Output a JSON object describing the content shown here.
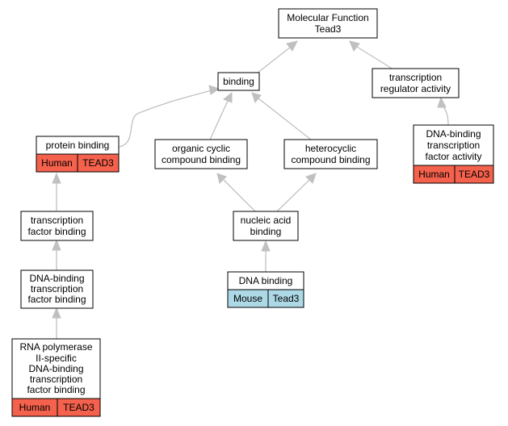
{
  "nodes": {
    "molecular_function": {
      "lines": [
        "Molecular Function",
        "Tead3"
      ]
    },
    "binding": {
      "lines": [
        "binding"
      ]
    },
    "transcription_regulator_activity": {
      "lines": [
        "transcription",
        "regulator activity"
      ]
    },
    "protein_binding": {
      "lines": [
        "protein binding"
      ],
      "annotations": [
        "Human",
        "TEAD3"
      ]
    },
    "organic_cyclic_compound_binding": {
      "lines": [
        "organic cyclic",
        "compound binding"
      ]
    },
    "heterocyclic_compound_binding": {
      "lines": [
        "heterocyclic",
        "compound binding"
      ]
    },
    "dna_binding_tf_activity": {
      "lines": [
        "DNA-binding",
        "transcription",
        "factor activity"
      ],
      "annotations": [
        "Human",
        "TEAD3"
      ]
    },
    "transcription_factor_binding": {
      "lines": [
        "transcription",
        "factor binding"
      ]
    },
    "nucleic_acid_binding": {
      "lines": [
        "nucleic acid",
        "binding"
      ]
    },
    "dna_binding_tf_binding": {
      "lines": [
        "DNA-binding",
        "transcription",
        "factor binding"
      ]
    },
    "dna_binding": {
      "lines": [
        "DNA binding"
      ],
      "annotations": [
        "Mouse",
        "Tead3"
      ]
    },
    "rna_pol_ii_tf_binding": {
      "lines": [
        "RNA polymerase",
        "II-specific",
        "DNA-binding",
        "transcription",
        "factor binding"
      ],
      "annotations": [
        "Human",
        "TEAD3"
      ]
    }
  },
  "colors": {
    "human": "#f4614c",
    "mouse": "#add8e6",
    "edge": "#c0c0c0"
  }
}
